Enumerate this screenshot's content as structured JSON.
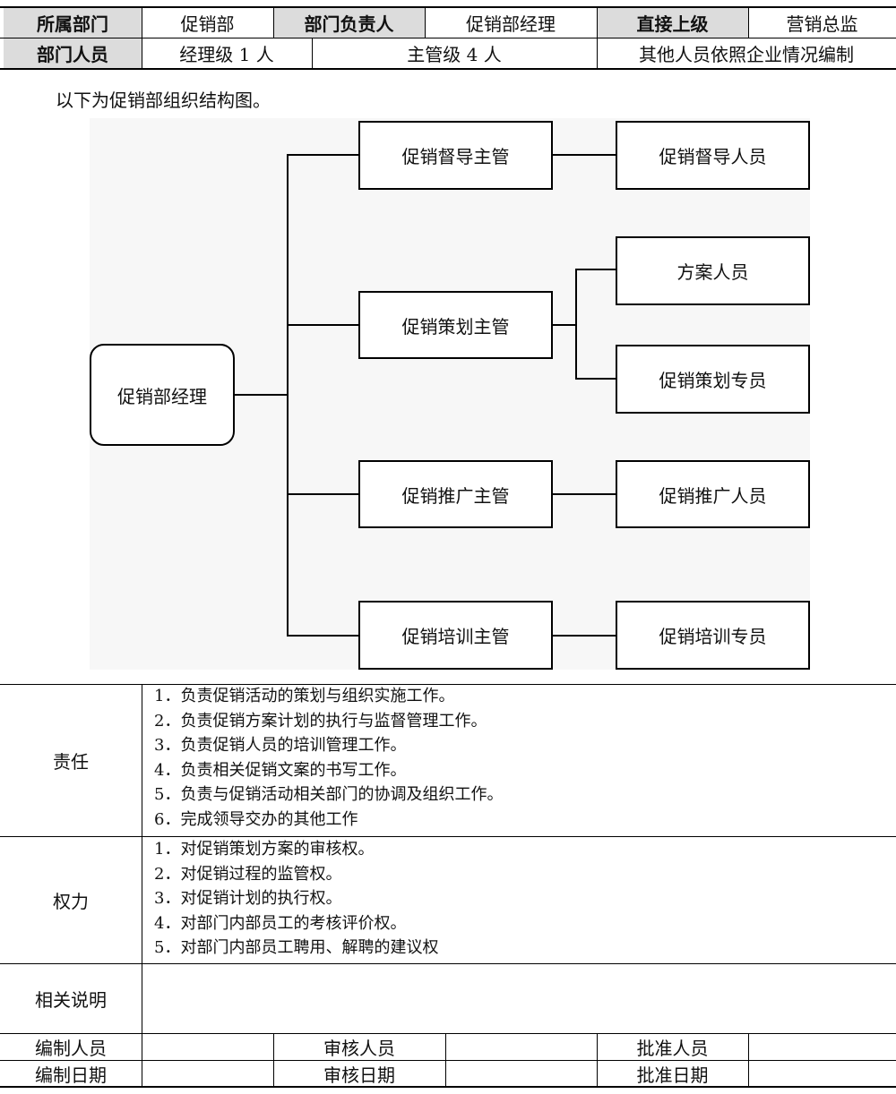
{
  "header": {
    "dept_label": "所属部门",
    "dept_value": "促销部",
    "head_label": "部门负责人",
    "head_value": "促销部经理",
    "superior_label": "直接上级",
    "superior_value": "营销总监",
    "staff_label": "部门人员",
    "staff_manager": "经理级 1 人",
    "staff_supervisor": "主管级 4 人",
    "staff_other": "其他人员依照企业情况编制"
  },
  "intro": "以下为促销部组织结构图。",
  "org": {
    "root": "促销部经理",
    "supervisors": [
      "促销督导主管",
      "促销策划主管",
      "促销推广主管",
      "促销培训主管"
    ],
    "staff": [
      "促销督导人员",
      "方案人员",
      "促销策划专员",
      "促销推广人员",
      "促销培训专员"
    ]
  },
  "responsibility": {
    "label": "责任",
    "items": [
      "1．负责促销活动的策划与组织实施工作。",
      "2．负责促销方案计划的执行与监督管理工作。",
      "3．负责促销人员的培训管理工作。",
      "4．负责相关促销文案的书写工作。",
      "5．负责与促销活动相关部门的协调及组织工作。",
      "6．完成领导交办的其他工作"
    ]
  },
  "authority": {
    "label": "权力",
    "items": [
      "1．对促销策划方案的审核权。",
      "2．对促销过程的监管权。",
      "3．对促销计划的执行权。",
      "4．对部门内部员工的考核评价权。",
      "5．对部门内部员工聘用、解聘的建议权"
    ]
  },
  "notes_label": "相关说明",
  "footer": {
    "prepared_by": "编制人员",
    "reviewed_by": "审核人员",
    "approved_by": "批准人员",
    "prepared_date": "编制日期",
    "reviewed_date": "审核日期",
    "approved_date": "批准日期"
  }
}
